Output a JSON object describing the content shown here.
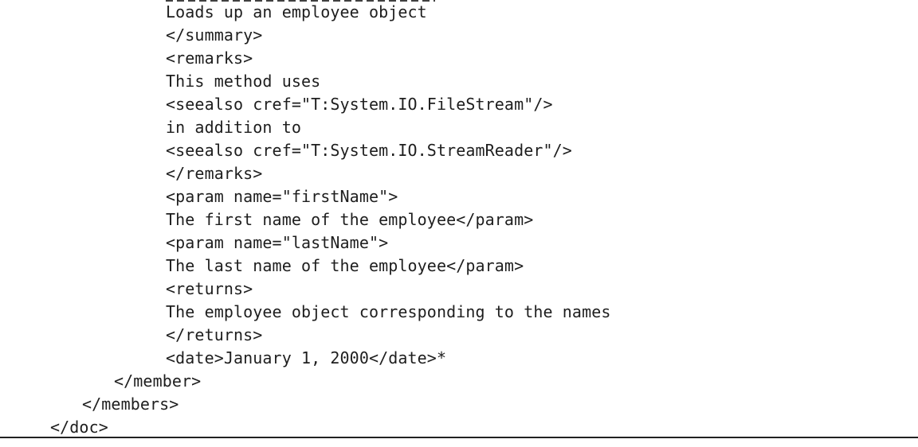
{
  "colors": {
    "text": "#1e1e1e",
    "background": "#ffffff",
    "rule": "#222222"
  },
  "code_listing": {
    "language": "xml-doc-comment",
    "footnote_marker": "*",
    "lines": [
      {
        "text": "Loads up an employee object",
        "indent": 3
      },
      {
        "text": "</summary>",
        "indent": 3
      },
      {
        "text": "<remarks>",
        "indent": 3
      },
      {
        "text": "This method uses",
        "indent": 3
      },
      {
        "text": "<seealso cref=\"T:System.IO.FileStream\"/>",
        "indent": 3
      },
      {
        "text": "in addition to",
        "indent": 3
      },
      {
        "text": "<seealso cref=\"T:System.IO.StreamReader\"/>",
        "indent": 3
      },
      {
        "text": "</remarks>",
        "indent": 3
      },
      {
        "text": "<param name=\"firstName\">",
        "indent": 3
      },
      {
        "text": "The first name of the employee</param>",
        "indent": 3
      },
      {
        "text": "<param name=\"lastName\">",
        "indent": 3
      },
      {
        "text": "The last name of the employee</param>",
        "indent": 3
      },
      {
        "text": "<returns>",
        "indent": 3
      },
      {
        "text": "The employee object corresponding to the names",
        "indent": 3
      },
      {
        "text": "</returns>",
        "indent": 3
      },
      {
        "text": "<date>January 1, 2000</date>*",
        "indent": 3
      },
      {
        "text": "</member>",
        "indent": 2
      },
      {
        "text": "</members>",
        "indent": 1
      },
      {
        "text": "</doc>",
        "indent": 0
      }
    ]
  }
}
